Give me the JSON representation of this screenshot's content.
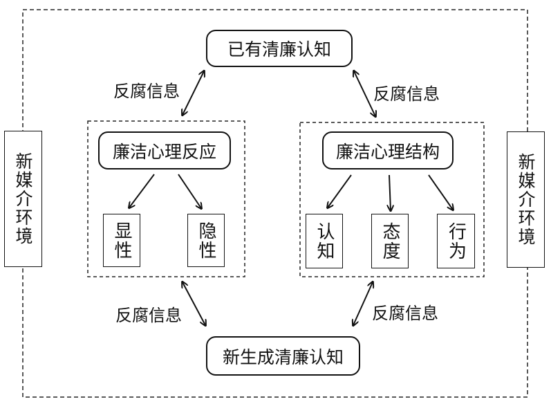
{
  "outer_frame": {
    "style": "dashed"
  },
  "side_left": {
    "label": "新媒介环境"
  },
  "side_right": {
    "label": "新媒介环境"
  },
  "top_box": {
    "label": "已有清廉认知"
  },
  "bottom_box": {
    "label": "新生成清廉认知"
  },
  "left_group": {
    "title": "廉洁心理反应",
    "items": [
      "显性",
      "隐性"
    ]
  },
  "right_group": {
    "title": "廉洁心理结构",
    "items": [
      "认知",
      "态度",
      "行为"
    ]
  },
  "arrow_labels": {
    "top_left": "反腐信息",
    "top_right": "反腐信息",
    "bottom_left": "反腐信息",
    "bottom_right": "反腐信息"
  }
}
